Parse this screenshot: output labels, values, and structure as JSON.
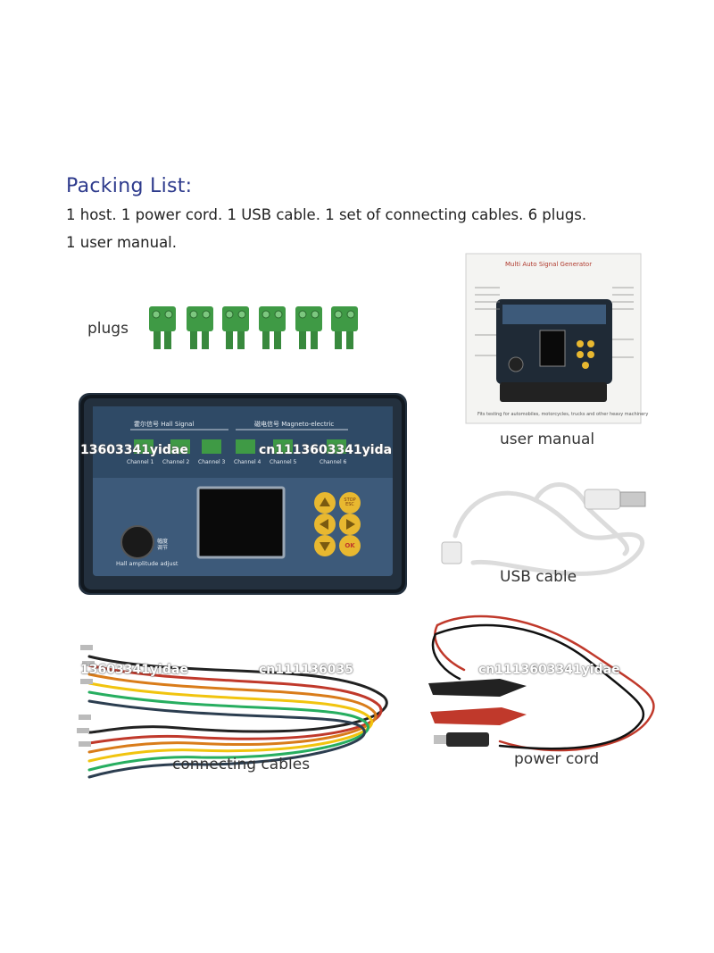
{
  "packing": {
    "title": "Packing List:",
    "line1": "1 host.   1 power cord.   1 USB cable.   1 set of connecting cables.    6 plugs.",
    "line2": "1 user manual."
  },
  "labels": {
    "plugs": "plugs",
    "user_manual": "user manual",
    "usb_cable": "USB cable",
    "connecting_cables": "connecting cables",
    "power_cord": "power cord"
  },
  "device": {
    "hall_group": "霍尔信号 Hall Signal",
    "magneto_group": "磁电信号 Magneto-electric",
    "channels": [
      "Channel 1",
      "Channel 2",
      "Channel 3",
      "Channel 4",
      "Channel 5",
      "Channel 6"
    ],
    "knob_caption": "Hall amplitude adjust",
    "knob_cn": "幅度 调节",
    "btn_stop": "STOP ESC",
    "btn_ok": "OK"
  },
  "manual": {
    "header": "Multi Auto Signal Generator",
    "footer": "Fits testing for automobiles, motorcycles, trucks and other heavy machinery"
  },
  "watermarks": [
    "13603341yidae",
    "cn1113603341yida",
    "13603341yidae",
    "cn111136035",
    "cn1113603341yidae"
  ],
  "colors": {
    "title": "#2d3a8c",
    "device_body": "#23303e",
    "panel": "#3d5a7a",
    "plug_green": "#3f9a45",
    "button_yellow": "#e8b830",
    "screen": "#0a0a0a"
  }
}
